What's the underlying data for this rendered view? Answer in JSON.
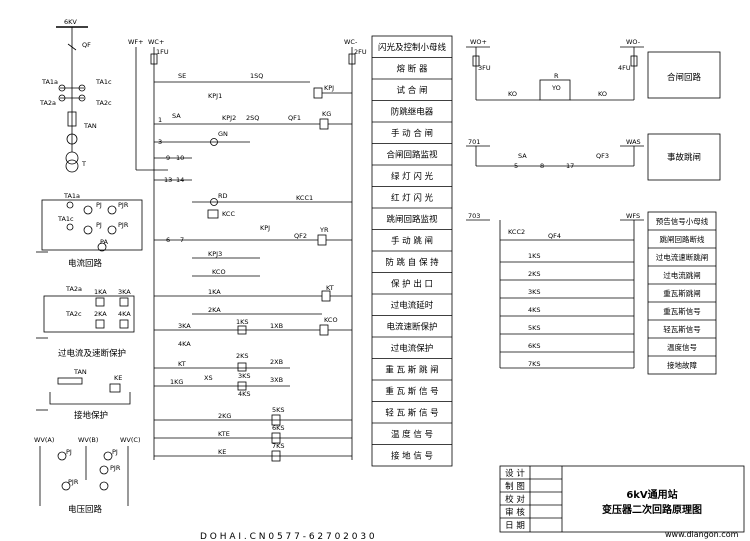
{
  "labels": {
    "bus_6kv": "6KV",
    "qf_main": "QF",
    "ta1a": "TA1a",
    "ta2a": "TA2a",
    "ta1c": "TA1c",
    "ta2c": "TA2c",
    "tan": "TAN",
    "t": "T",
    "cur_ta1a": "TA1a",
    "cur_ta1c": "TA1c",
    "cur_pj1": "PJ",
    "cur_pjr1": "PJR",
    "cur_pj2": "PJ",
    "cur_pjr2": "PJR",
    "cur_pa": "PA",
    "current_loop": "电流回路",
    "oc_ta2a": "TA2a",
    "oc_ta2c": "TA2c",
    "oc_1ka": "1KA",
    "oc_3ka": "3KA",
    "oc_2ka": "2KA",
    "oc_4ka": "4KA",
    "oc_protect": "过电流及速断保护",
    "g_tan": "TAN",
    "g_ke": "KE",
    "ground_protect": "接地保护",
    "wv_a": "WV(A)",
    "wv_b": "WV(B)",
    "wv_c": "WV(C)",
    "v_pj1": "PJ",
    "v_pj2": "PJ",
    "v_pjr1": "PJR",
    "v_pjr2": "PJR",
    "voltage_loop": "电压回路",
    "wf_plus": "WF+",
    "wc_plus": "WC+",
    "fu1": "1FU",
    "wc_minus": "WC-",
    "fu2": "2FU",
    "se": "SE",
    "sq1": "1SQ",
    "kpj_top": "KPJ",
    "sa": "SA",
    "kpj1": "KPJ1",
    "kpj2": "KPJ2",
    "sq2": "2SQ",
    "qf1": "QF1",
    "kg": "KG",
    "gn": "GN",
    "n1": "1",
    "n3": "3",
    "n9": "9",
    "n10": "10",
    "n13": "13",
    "n14": "14",
    "rd": "RD",
    "kcc1": "KCC1",
    "kcc": "KCC",
    "n6": "6",
    "n7": "7",
    "kpj": "KPJ",
    "qf2": "QF2",
    "yr": "YR",
    "kpj3": "KPJ3",
    "kco_a": "KCO",
    "ka1": "1KA",
    "kt": "KT",
    "ka2": "2KA",
    "ka3": "3KA",
    "ks1": "1KS",
    "xb1": "1XB",
    "kco_b": "KCO",
    "ka4": "4KA",
    "kt_b": "KT",
    "ks2": "2KS",
    "xb2": "2XB",
    "kg1": "1KG",
    "xs": "XS",
    "ks3": "3KS",
    "xb3": "3XB",
    "ks4": "4KS",
    "kg2": "2KG",
    "ks5": "5KS",
    "kte": "KTE",
    "ks6": "6KS",
    "ke_b": "KE",
    "ks7": "7KS",
    "wo_plus": "WO+",
    "wo_minus": "WO-",
    "fu3": "3FU",
    "fu4": "4FU",
    "r": "R",
    "yo": "YO",
    "ko1": "KO",
    "ko2": "KO",
    "n701": "701",
    "was": "WAS",
    "sa2": "SA",
    "n5": "5",
    "n8": "8",
    "n17": "17",
    "qf3": "QF3",
    "n703": "703",
    "wfs": "WFS",
    "kcc2": "KCC2",
    "qf4": "QF4",
    "sig_1ks": "1KS",
    "sig_2ks": "2KS",
    "sig_3ks": "3KS",
    "sig_4ks": "4KS",
    "sig_5ks": "5KS",
    "sig_6ks": "6KS",
    "sig_7ks": "7KS"
  },
  "function_table_1": [
    "闪光及控制小母线",
    "熔 断 器",
    "试 合 闸",
    "防跳继电器",
    "手 动 合 闸",
    "合闸回路监视",
    "绿 灯 闪 光",
    "红 灯 闪 光",
    "跳闸回路监视",
    "手 动 跳 闸",
    "防 跳 自 保 持",
    "保 护 出 口",
    "过电流延时",
    "电流速断保护",
    "过电流保护",
    "重 瓦 斯 跳 闸",
    "重 瓦 斯 信 号",
    "轻 瓦 斯 信 号",
    "温 度 信 号",
    "接 地 信 号"
  ],
  "close_circuit_label": "合闸回路",
  "trip_accident_label": "事故跳闸",
  "function_table_2": [
    "预告信号小母线",
    "跳闸回路断线",
    "过电流速断跳闸",
    "过电流跳闸",
    "重瓦斯跳闸",
    "重瓦斯信号",
    "轻瓦斯信号",
    "温度信号",
    "接地故障"
  ],
  "title_block": {
    "rows": [
      "设 计",
      "制 图",
      "校 对",
      "审 核",
      "日 期"
    ],
    "title_line1": "6kV通用站",
    "title_line2": "变压器二次回路原理图"
  },
  "watermark": "www.diangon.com",
  "bottom_text": "D O H A I . C N    0 5 7 7 - 6 2 7 0 2 0 3 0"
}
